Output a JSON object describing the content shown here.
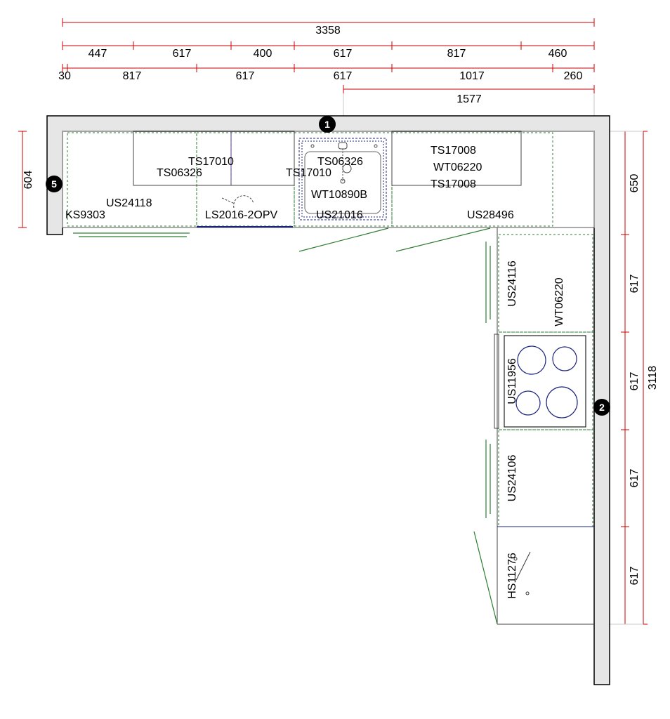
{
  "colors": {
    "dimension": "#cc0000",
    "wall_fill": "#e6e6e6",
    "wall_stroke": "#000000",
    "cabinet_dash": "#2e7d32",
    "door_swing": "#2e7d32",
    "appliance": "#1a237e",
    "marker": "#000000"
  },
  "dimensions": {
    "top_total": "3358",
    "top_row1": [
      "447",
      "617",
      "400",
      "617",
      "817",
      "460"
    ],
    "top_row2": [
      "30",
      "817",
      "617",
      "617",
      "1017",
      "260"
    ],
    "top_partial": "1577",
    "left_depth": "604",
    "right_total": "3118",
    "right_segments": [
      "650",
      "617",
      "617",
      "617",
      "617"
    ]
  },
  "markers": [
    "1",
    "2",
    "5"
  ],
  "labels": {
    "ts17010_a": "TS17010",
    "ts06326_a": "TS06326",
    "ts06326_b": "TS06326",
    "ts17010_b": "TS17010",
    "ts17008_a": "TS17008",
    "wt06220_a": "WT06220",
    "ts17008_b": "TS17008",
    "wt10890b": "WT10890B",
    "us24118": "US24118",
    "ks9303": "KS9303",
    "ls2016": "LS2016-2OPV",
    "us21016": "US21016",
    "us28496": "US28496",
    "us24116": "US24116",
    "wt06220_b": "WT06220",
    "us11956": "US11956",
    "us24106": "US24106",
    "hs11276": "HS11276"
  }
}
